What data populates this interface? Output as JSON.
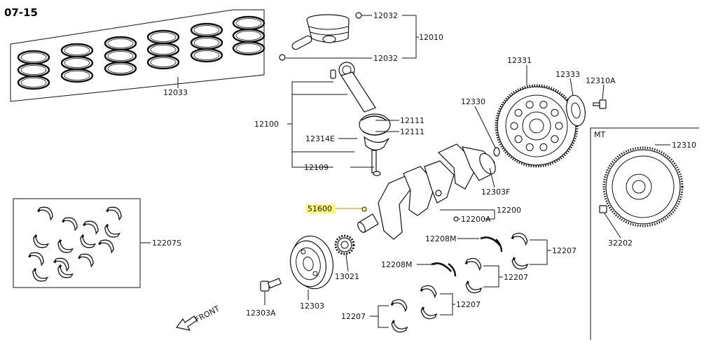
{
  "page": {
    "section_code": "07-15"
  },
  "variant_box": {
    "label": "MT"
  },
  "callouts": {
    "c12032a": "12032",
    "c12010": "12010",
    "c12032b": "12032",
    "c12033": "12033",
    "c12331": "12331",
    "c12333": "12333",
    "c12310a": "12310A",
    "c12330": "12330",
    "c12100": "12100",
    "c12111a": "12111",
    "c12111b": "12111",
    "c12314e": "12314E",
    "c12109": "12109",
    "c12310": "12310",
    "c12303f": "12303F",
    "c51600": "51600",
    "c12200a": "12200A",
    "c12200": "12200",
    "c12207s": "12207S",
    "c12208m_a": "12208M",
    "c12207a": "12207",
    "c32202": "32202",
    "c12208m_b": "12208M",
    "c13021": "13021",
    "c12207b": "12207",
    "c12207c": "12207",
    "c12207d": "12207",
    "c12303a": "12303A",
    "c12303": "12303",
    "front": "FRONT"
  },
  "colors": {
    "highlight": "#fff86b",
    "ink": "#111111"
  },
  "icons": {
    "front_arrow": "arrow-down-left-icon"
  }
}
